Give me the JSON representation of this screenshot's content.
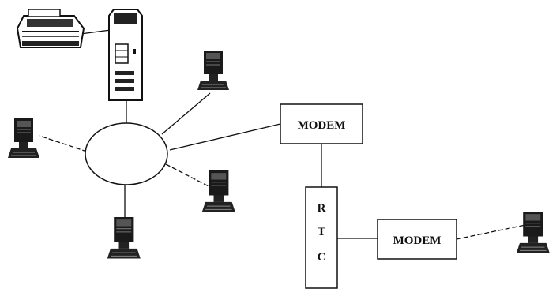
{
  "diagram": {
    "modem_top": {
      "label": "MODEM"
    },
    "modem_bottom": {
      "label": "MODEM"
    },
    "rtc": {
      "letters": [
        "R",
        "T",
        "C"
      ]
    }
  },
  "icons": {
    "printer": "printer-icon",
    "server": "server-tower-icon",
    "terminal": "computer-terminal-icon",
    "hub": "network-hub-icon"
  },
  "colors": {
    "ink": "#111111",
    "background": "#ffffff"
  }
}
